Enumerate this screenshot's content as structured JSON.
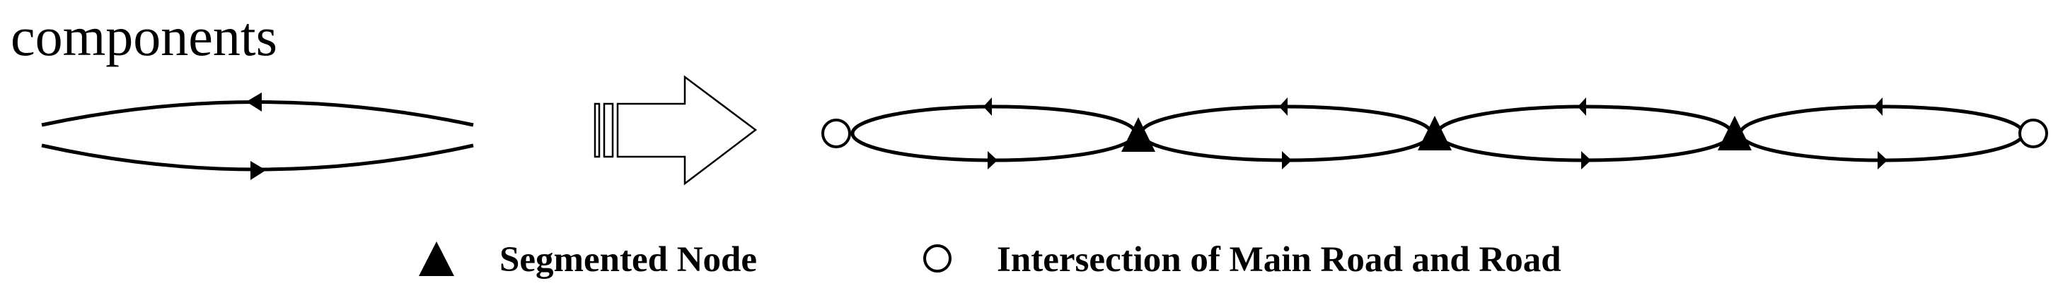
{
  "title": "components",
  "colors": {
    "stroke": "#000000",
    "background": "#ffffff"
  },
  "left_component": {
    "icon": "bidirectional-road-ellipse",
    "arrows": [
      "left",
      "right"
    ]
  },
  "transform_arrow": {
    "icon": "block-arrow-right"
  },
  "chain": {
    "ellipses": 4,
    "end_nodes": [
      "intersection",
      "intersection"
    ],
    "inner_nodes": [
      "segmented",
      "segmented",
      "segmented"
    ]
  },
  "legend": {
    "items": [
      {
        "icon": "filled-triangle",
        "label": "Segmented Node"
      },
      {
        "icon": "hollow-circle",
        "label": "Intersection of Main Road and Road"
      }
    ]
  }
}
